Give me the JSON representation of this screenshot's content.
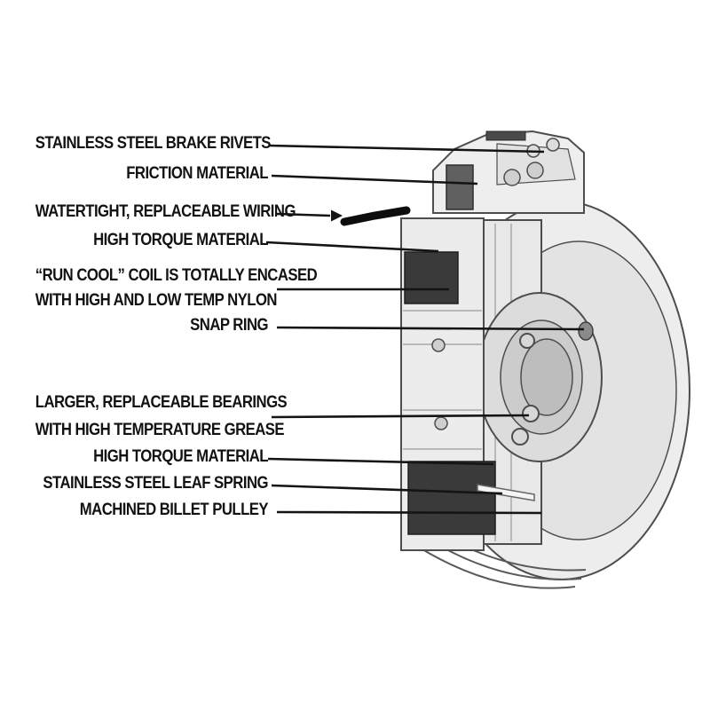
{
  "figure": {
    "type": "annotated-technical-cutaway-diagram",
    "subject": "Electric PTO clutch / machined billet pulley cutaway",
    "background_color": "#ffffff",
    "leader_color": "#141414",
    "label_color": "#121212",
    "coil_color": "#3a3a3a",
    "metal_light": "#ececec",
    "metal_mid": "#d9d9d9",
    "metal_dark": "#5f5f5f"
  },
  "callouts": [
    {
      "id": "brake-rivets",
      "lines": [
        "STAINLESS STEEL BRAKE RIVETS"
      ]
    },
    {
      "id": "friction-material",
      "lines": [
        "FRICTION MATERIAL"
      ]
    },
    {
      "id": "wiring",
      "lines": [
        "WATERTIGHT, REPLACEABLE WIRING"
      ]
    },
    {
      "id": "high-torque-upper",
      "lines": [
        "HIGH TORQUE MATERIAL"
      ]
    },
    {
      "id": "run-cool-coil",
      "lines": [
        "“RUN COOL” COIL IS TOTALLY ENCASED",
        "WITH HIGH AND LOW TEMP NYLON"
      ]
    },
    {
      "id": "snap-ring",
      "lines": [
        "SNAP RING"
      ]
    },
    {
      "id": "bearings",
      "lines": [
        "LARGER, REPLACEABLE BEARINGS",
        "WITH HIGH TEMPERATURE GREASE"
      ]
    },
    {
      "id": "high-torque-lower",
      "lines": [
        "HIGH TORQUE MATERIAL"
      ]
    },
    {
      "id": "leaf-spring",
      "lines": [
        "STAINLESS STEEL LEAF SPRING"
      ]
    },
    {
      "id": "billet-pulley",
      "lines": [
        "MACHINED BILLET PULLEY"
      ]
    }
  ]
}
